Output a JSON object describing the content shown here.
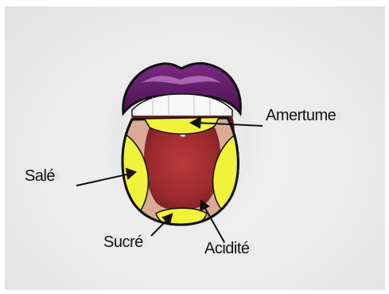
{
  "diagram": {
    "labels": {
      "bitter": "Amertume",
      "salty": "Salé",
      "sweet": "Sucré",
      "sour": "Acidité"
    }
  },
  "colors": {
    "lips": "#5a1760",
    "lip_highlight": "#b05ab8",
    "tongue_core": "#a32a2e",
    "tongue_edge": "#d7a893",
    "taste_zone": "#f1f23a",
    "outline": "#111111"
  }
}
